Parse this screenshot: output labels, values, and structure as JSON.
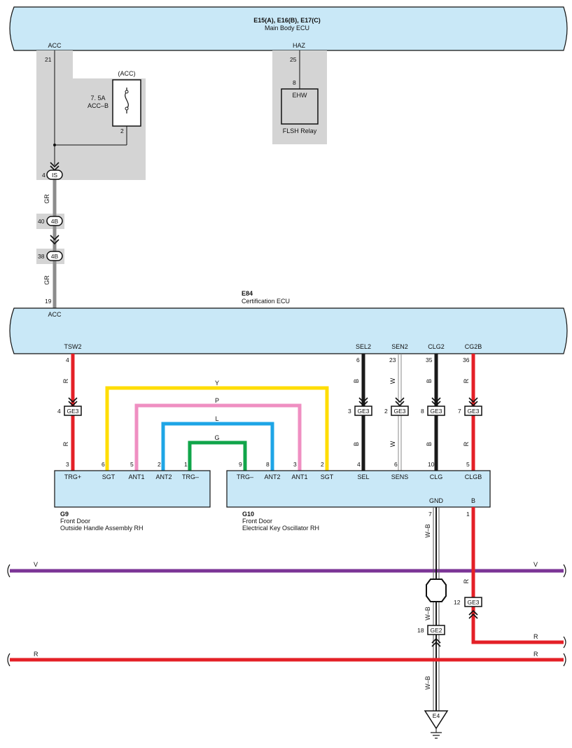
{
  "main_ecu": {
    "code": "E15(A), E16(B), E17(C)",
    "name": "Main Body ECU",
    "acc_pin_name": "ACC",
    "acc_pin_no": "21",
    "haz_pin_name": "HAZ",
    "haz_pin_no": "25"
  },
  "fuse": {
    "label": "(ACC)",
    "rating": "7. 5A",
    "name": "ACC–B",
    "pin_no": "2"
  },
  "flasher": {
    "pin_no": "8",
    "terminal": "EHW",
    "name": "FLSH Relay"
  },
  "acc_feed": {
    "connector1_pin": "4",
    "connector1": "IS",
    "connector2_pin": "40",
    "connector2": "4B",
    "connector3_pin": "38",
    "connector3": "4B",
    "wire_color": "GR"
  },
  "cert_ecu": {
    "code": "E84",
    "name": "Certification ECU",
    "acc_pin_no": "19",
    "acc_pin_name": "ACC",
    "pins": [
      {
        "name": "TSW2",
        "no": "4"
      },
      {
        "name": "SEL2",
        "no": "6"
      },
      {
        "name": "SEN2",
        "no": "23"
      },
      {
        "name": "CLG2",
        "no": "35"
      },
      {
        "name": "CG2B",
        "no": "36"
      }
    ]
  },
  "junctions": [
    {
      "pin": "4",
      "name": "GE3"
    },
    {
      "pin": "3",
      "name": "GE3"
    },
    {
      "pin": "2",
      "name": "GE3"
    },
    {
      "pin": "8",
      "name": "GE3"
    },
    {
      "pin": "7",
      "name": "GE3"
    },
    {
      "pin": "12",
      "name": "GE3"
    },
    {
      "pin": "18",
      "name": "GE2"
    }
  ],
  "loop_wires": [
    {
      "color": "Y"
    },
    {
      "color": "P"
    },
    {
      "color": "L"
    },
    {
      "color": "G"
    }
  ],
  "g9": {
    "code": "G9",
    "name1": "Front Door",
    "name2": "Outside Handle Assembly RH",
    "terminals": [
      {
        "name": "TRG+",
        "pin": "3"
      },
      {
        "name": "SGT",
        "pin": "6"
      },
      {
        "name": "ANT1",
        "pin": "5"
      },
      {
        "name": "ANT2",
        "pin": "2"
      },
      {
        "name": "TRG–",
        "pin": "1"
      }
    ]
  },
  "g10": {
    "code": "G10",
    "name1": "Front Door",
    "name2": "Electrical Key Oscillator RH",
    "terminals": [
      {
        "name": "TRG–",
        "pin": "9"
      },
      {
        "name": "ANT2",
        "pin": "8"
      },
      {
        "name": "ANT1",
        "pin": "3"
      },
      {
        "name": "SGT",
        "pin": "2"
      },
      {
        "name": "SEL",
        "pin": "4"
      },
      {
        "name": "SENS",
        "pin": "6"
      },
      {
        "name": "CLG",
        "pin": "10"
      },
      {
        "name": "CLGB",
        "pin": "5"
      }
    ],
    "gnd_name": "GND",
    "gnd_pin": "7",
    "b_name": "B",
    "b_pin": "1"
  },
  "wire_labels": {
    "red": "R",
    "black": "B",
    "white": "W",
    "white_black": "W–B",
    "violet": "V"
  },
  "ground": {
    "name": "E4"
  },
  "colors": {
    "ecu_fill": "#c9e8f7",
    "red": "#e42027",
    "yellow": "#ffdd00",
    "pink": "#ef8fc2",
    "blue": "#1ea5e6",
    "green": "#10a54a",
    "black": "#1a1a1a",
    "gray_wire": "#8c8c8c",
    "violet": "#7b3596"
  }
}
